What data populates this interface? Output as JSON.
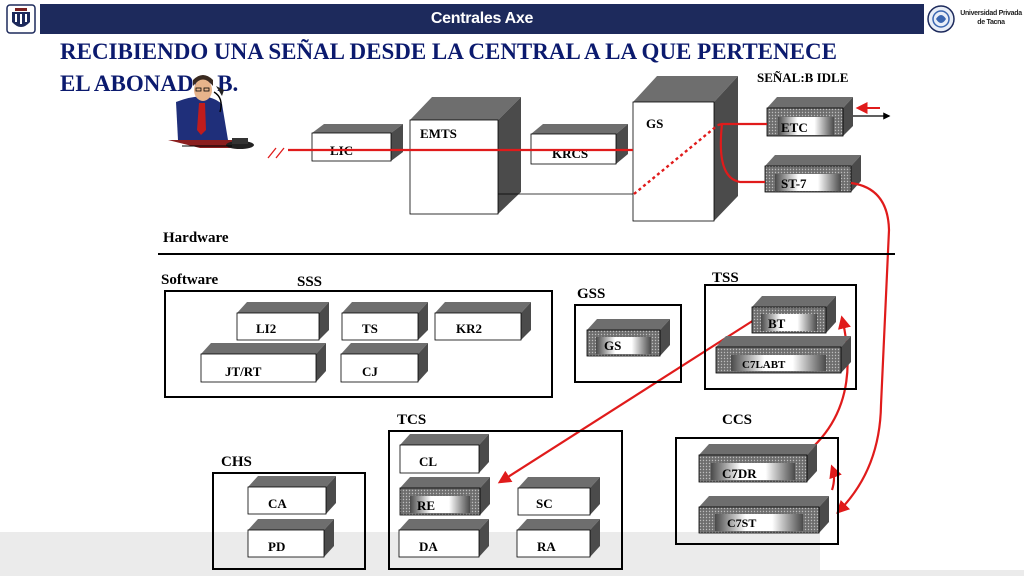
{
  "header": {
    "title": "Centrales Axe",
    "university": "Universidad Privada de Tacna"
  },
  "slide": {
    "title_line1": "RECIBIENDO UNA SEÑAL DESDE LA CENTRAL A LA QUE PERTENECE",
    "title_line2": "EL ABONADO B."
  },
  "labels": {
    "signal": "SEÑAL:B IDLE",
    "hardware": "Hardware",
    "software": "Software"
  },
  "hardware": {
    "lic": "LIC",
    "emts": "EMTS",
    "krcs": "KRCS",
    "gs": "GS",
    "etc": "ETC",
    "st7": "ST-7"
  },
  "subsystems": {
    "sss": "SSS",
    "gss": "GSS",
    "tss": "TSS",
    "tcs": "TCS",
    "ccs": "CCS",
    "chs": "CHS"
  },
  "blocks": {
    "li2": "LI2",
    "ts": "TS",
    "kr2": "KR2",
    "jtrt": "JT/RT",
    "cj": "CJ",
    "gs": "GS",
    "bt": "BT",
    "c7labt": "C7LABT",
    "cl": "CL",
    "re": "RE",
    "sc": "SC",
    "da": "DA",
    "ra": "RA",
    "c7dr": "C7DR",
    "c7st": "C7ST",
    "ca": "CA",
    "pd": "PD"
  },
  "colors": {
    "header_bg": "#1d2a5c",
    "title_text": "#0b1a6e",
    "signal_path": "#e01b1b"
  }
}
